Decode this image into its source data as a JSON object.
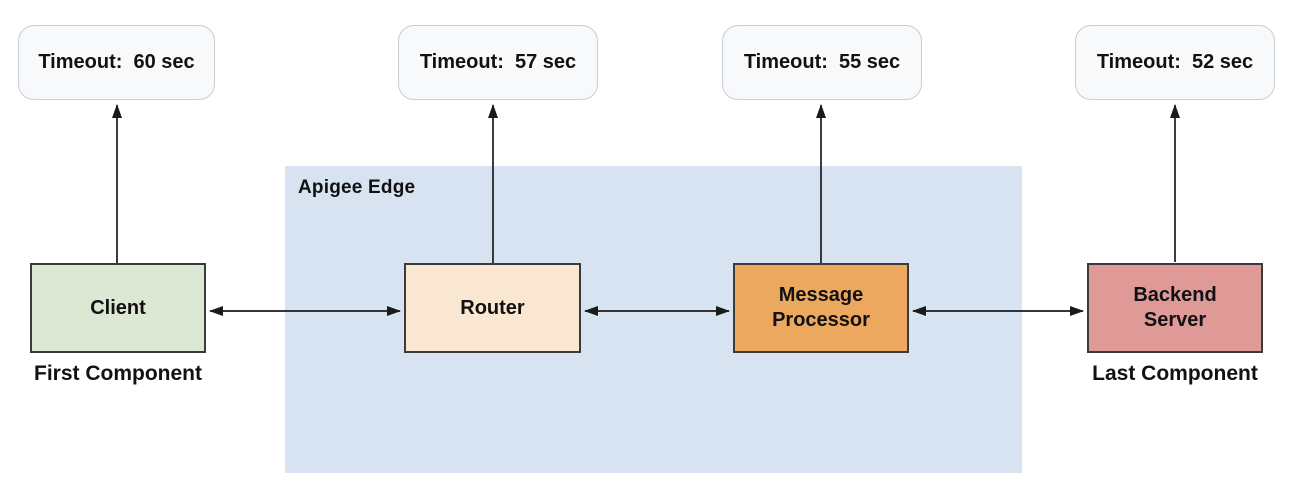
{
  "region": {
    "label": "Apigee Edge",
    "fill": "#d7e3f1"
  },
  "timeouts": [
    {
      "for": "client",
      "text": "Timeout:  60 sec"
    },
    {
      "for": "router",
      "text": "Timeout:  57 sec"
    },
    {
      "for": "message-processor",
      "text": "Timeout:  55 sec"
    },
    {
      "for": "backend-server",
      "text": "Timeout:  52 sec"
    }
  ],
  "nodes": {
    "client": {
      "label": "Client",
      "caption": "First Component",
      "fill": "#dce8d4"
    },
    "router": {
      "label": "Router",
      "fill": "#f9e7d1"
    },
    "message_processor": {
      "label": "Message Processor",
      "fill": "#eda85f"
    },
    "backend_server": {
      "label": "Backend Server",
      "caption": "Last Component",
      "fill": "#df9a98"
    }
  },
  "colors": {
    "arrow": "#1a1a1a",
    "node_border": "#3b3b3b",
    "timeout_bg": "#f7f9fa",
    "timeout_border": "#c9ced3"
  }
}
